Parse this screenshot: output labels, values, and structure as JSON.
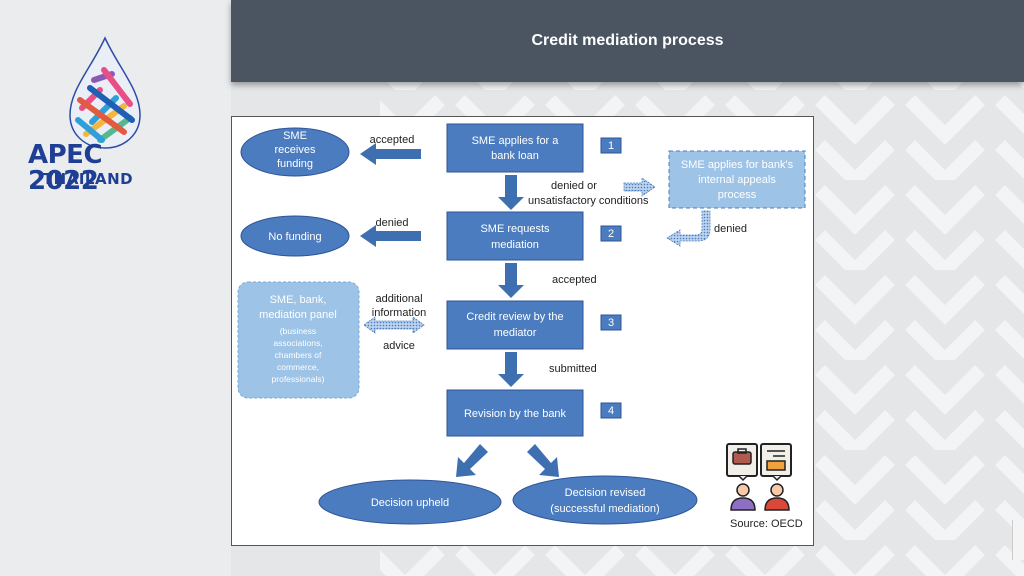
{
  "slide": {
    "title": "Credit mediation process"
  },
  "logo": {
    "name": "APEC 2022",
    "country": "THAILAND"
  },
  "diagram": {
    "process_boxes": [
      {
        "id": "apply",
        "lines": [
          "SME applies for a",
          "bank loan"
        ],
        "step": "1"
      },
      {
        "id": "request",
        "lines": [
          "SME requests",
          "mediation"
        ],
        "step": "2"
      },
      {
        "id": "review",
        "lines": [
          "Credit review by the",
          "mediator"
        ],
        "step": "3"
      },
      {
        "id": "revision",
        "lines": [
          "Revision by the bank"
        ],
        "step": "4"
      }
    ],
    "outcomes": {
      "funding": [
        "SME",
        "receives",
        "funding"
      ],
      "no_funding": [
        "No funding"
      ],
      "upheld": [
        "Decision upheld"
      ],
      "revised": [
        "Decision revised",
        "(successful mediation)"
      ]
    },
    "appeals_box": [
      "SME applies for bank's",
      "internal appeals",
      "process"
    ],
    "panel_box": {
      "main": [
        "SME, bank,",
        "mediation panel"
      ],
      "detail": [
        "(business",
        "associations,",
        "chambers of",
        "commerce,",
        "professionals)"
      ]
    },
    "edge_labels": {
      "accepted_top": "accepted",
      "denied_left": "denied",
      "denied_or": "denied or",
      "unsatisfactory": "unsatisfactory conditions",
      "denied_right": "denied",
      "accepted_mid": "accepted",
      "additional": "additional",
      "information": "information",
      "advice": "advice",
      "submitted": "submitted"
    },
    "colors": {
      "box": "#4a7cbf",
      "light_box": "#9dc3e6",
      "arrow": "#3e6fb0"
    }
  },
  "source": "Source: OECD"
}
